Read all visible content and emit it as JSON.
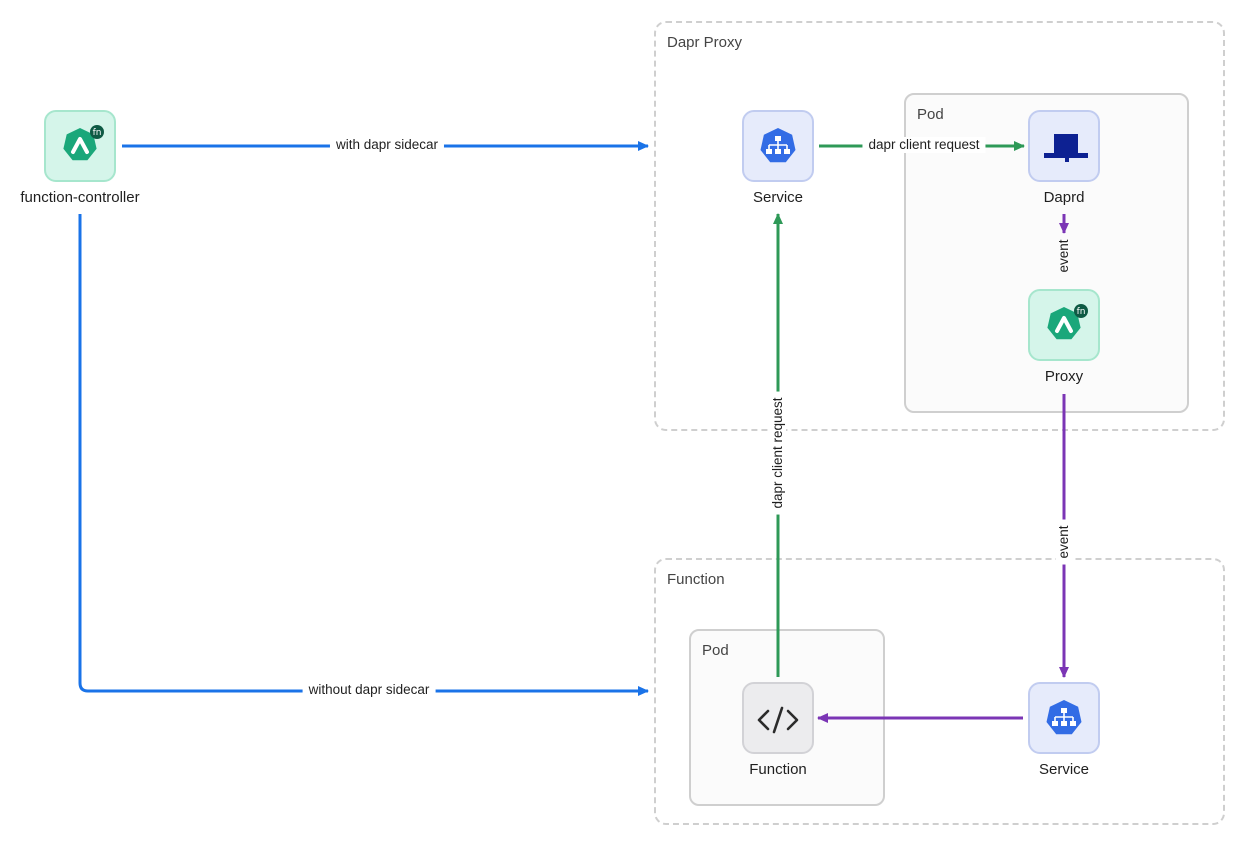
{
  "groups": {
    "dapr_proxy": "Dapr Proxy",
    "function": "Function"
  },
  "pods": {
    "dapr_proxy_pod": "Pod",
    "function_pod": "Pod"
  },
  "nodes": {
    "function_controller": {
      "label": "function-controller",
      "icon": "openfunction-logo-icon"
    },
    "service_top": {
      "label": "Service",
      "icon": "kubernetes-service-icon"
    },
    "daprd": {
      "label": "Daprd",
      "icon": "dapr-hat-icon"
    },
    "proxy": {
      "label": "Proxy",
      "icon": "openfunction-logo-icon"
    },
    "function": {
      "label": "Function",
      "icon": "code-icon"
    },
    "service_bottom": {
      "label": "Service",
      "icon": "kubernetes-service-icon"
    }
  },
  "edges": {
    "with_dapr_sidecar": "with dapr sidecar",
    "without_dapr_sidecar": "without dapr sidecar",
    "dapr_client_request_h": "dapr client request",
    "dapr_client_request_v": "dapr client request",
    "event_daprd_proxy": "event",
    "event_proxy_service": "event"
  },
  "colors": {
    "blue_edge": "#1a73e8",
    "green_edge": "#2e9957",
    "purple_edge": "#7b35b5"
  }
}
